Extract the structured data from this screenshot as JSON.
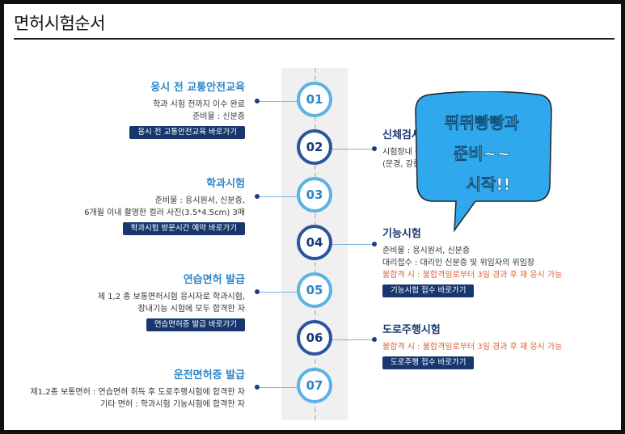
{
  "page": {
    "title": "면허시험순서"
  },
  "steps": [
    {
      "num": "01",
      "title": "응시 전 교통안전교육",
      "lines": [
        "학과 시험 전까지 이수 완료",
        "준비물 : 신분증"
      ],
      "button": "응시 전 교통안전교육 바로가기"
    },
    {
      "num": "02",
      "title": "신체검사",
      "lines": [
        "시험장내 신체검사실",
        "(문경, 강릉 시험장은 신체검사실 없음)"
      ],
      "button": ""
    },
    {
      "num": "03",
      "title": "학과시험",
      "lines": [
        "준비물 : 응시원서, 신분증,",
        "6개월 이내 촬영한 컬러 사진(3.5*4.5cm) 3매"
      ],
      "button": "학과시험 방문시간 예약 바로가기"
    },
    {
      "num": "04",
      "title": "기능시험",
      "lines": [
        "준비물 : 응시원서, 신분증",
        "대리접수 : 대리인 신분증 및 위임자의 위임장"
      ],
      "warn": "불합격 시 : 불합격일로부터 3일 경과 후 재 응시 가능",
      "button": "기능시험 접수 바로가기"
    },
    {
      "num": "05",
      "title": "연습면허 발급",
      "lines": [
        "제 1,2 종 보통면허시험 응시자로 학과시험,",
        "장내기능 시험에 모두 합격한 자"
      ],
      "button": "연습면허증 발급 바로가기"
    },
    {
      "num": "06",
      "title": "도로주행시험",
      "lines": [],
      "warn": "불합격 시 : 불합격일로부터 3일 경과 후 재 응시 가능",
      "button": "도로주행 접수 바로가기"
    },
    {
      "num": "07",
      "title": "운전면허증 발급",
      "lines": [
        "제1,2종 보통면허 : 연습면허 취득 후 도로주행시험에 합격한 자",
        "기타 면허 : 학과시험 기능시험에 합격한 자"
      ],
      "button": ""
    }
  ],
  "bubble": {
    "line1": "뛰뛰빵빵과",
    "line2": "준비~~",
    "line3": "시작!!",
    "fill": "#2fa8ee"
  },
  "colors": {
    "accent_light": "#5ab2e6",
    "accent_dark": "#2a54a0",
    "button": "#17376e",
    "warning": "#e0643a"
  }
}
